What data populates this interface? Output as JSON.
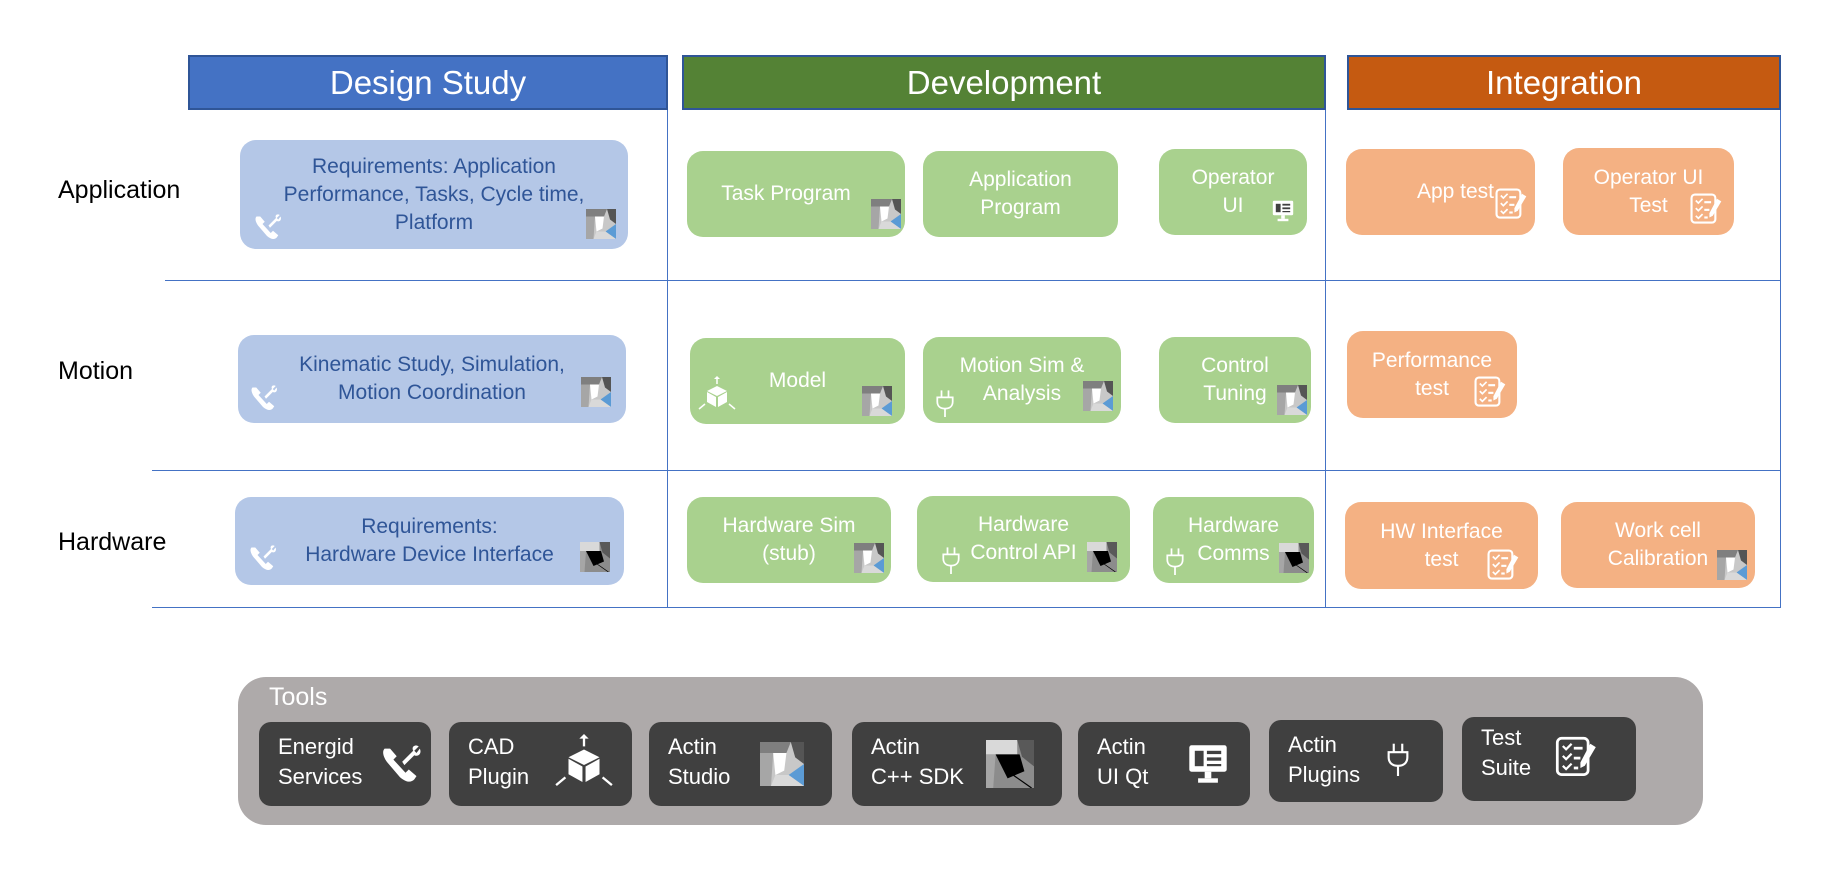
{
  "columns": [
    {
      "title": "Design Study",
      "color": "#4472c4"
    },
    {
      "title": "Development",
      "color": "#548235"
    },
    {
      "title": "Integration",
      "color": "#c55a11"
    }
  ],
  "rows": [
    "Application",
    "Motion",
    "Hardware"
  ],
  "cards": {
    "design_application": {
      "lines": [
        "Requirements: Application",
        "Performance, Tasks, Cycle time,",
        "Platform"
      ],
      "icons": [
        "services-icon",
        "actin-studio-icon"
      ]
    },
    "design_motion": {
      "lines": [
        "Kinematic Study, Simulation,",
        "Motion Coordination"
      ],
      "icons": [
        "services-icon",
        "actin-studio-icon"
      ]
    },
    "design_hardware": {
      "lines": [
        "Requirements:",
        "Hardware Device Interface"
      ],
      "icons": [
        "services-icon",
        "actin-sdk-icon"
      ]
    },
    "dev_task_program": {
      "lines": [
        "Task Program"
      ],
      "icons": [
        "actin-studio-icon"
      ]
    },
    "dev_application_program": {
      "lines": [
        "Application",
        "Program"
      ],
      "icons": []
    },
    "dev_operator_ui": {
      "lines": [
        "Operator",
        "UI"
      ],
      "icons": [
        "monitor-icon"
      ]
    },
    "dev_model": {
      "lines": [
        "Model"
      ],
      "icons": [
        "cad-cube-icon",
        "actin-studio-icon"
      ]
    },
    "dev_motion_sim": {
      "lines": [
        "Motion Sim &",
        "Analysis"
      ],
      "icons": [
        "plug-icon",
        "actin-studio-icon"
      ]
    },
    "dev_control_tuning": {
      "lines": [
        "Control",
        "Tuning"
      ],
      "icons": [
        "actin-studio-icon"
      ]
    },
    "dev_hardware_sim": {
      "lines": [
        "Hardware Sim",
        "(stub)"
      ],
      "icons": [
        "actin-studio-icon"
      ]
    },
    "dev_hardware_control_api": {
      "lines": [
        "Hardware",
        "Control API"
      ],
      "icons": [
        "plug-icon",
        "actin-sdk-icon"
      ]
    },
    "dev_hardware_comms": {
      "lines": [
        "Hardware",
        "Comms"
      ],
      "icons": [
        "plug-icon",
        "actin-sdk-icon"
      ]
    },
    "int_app_test": {
      "lines": [
        "App test"
      ],
      "icons": [
        "test-suite-icon"
      ]
    },
    "int_operator_ui_test": {
      "lines": [
        "Operator UI",
        "Test"
      ],
      "icons": [
        "test-suite-icon"
      ]
    },
    "int_performance_test": {
      "lines": [
        "Performance",
        "test"
      ],
      "icons": [
        "test-suite-icon"
      ]
    },
    "int_hw_interface_test": {
      "lines": [
        "HW Interface",
        "test"
      ],
      "icons": [
        "test-suite-icon"
      ]
    },
    "int_work_cell_calibration": {
      "lines": [
        "Work cell",
        "Calibration"
      ],
      "icons": [
        "actin-studio-icon"
      ]
    }
  },
  "tools": {
    "title": "Tools",
    "items": [
      {
        "lines": [
          "Energid",
          "Services"
        ],
        "icon": "services-icon"
      },
      {
        "lines": [
          "CAD",
          "Plugin"
        ],
        "icon": "cad-cube-icon"
      },
      {
        "lines": [
          "Actin",
          "Studio"
        ],
        "icon": "actin-studio-icon"
      },
      {
        "lines": [
          "Actin",
          "C++ SDK"
        ],
        "icon": "actin-sdk-icon"
      },
      {
        "lines": [
          "Actin",
          "UI Qt"
        ],
        "icon": "monitor-icon"
      },
      {
        "lines": [
          "Actin",
          "Plugins"
        ],
        "icon": "plug-icon"
      },
      {
        "lines": [
          "Test",
          "Suite"
        ],
        "icon": "test-suite-icon"
      }
    ]
  },
  "colors": {
    "blue_card": "#b4c7e7",
    "green_card": "#a9d18e",
    "orange_card": "#f4b183",
    "tool_bg": "#404040",
    "tools_panel": "#aeaaaa",
    "grid_line": "#4472c4"
  }
}
